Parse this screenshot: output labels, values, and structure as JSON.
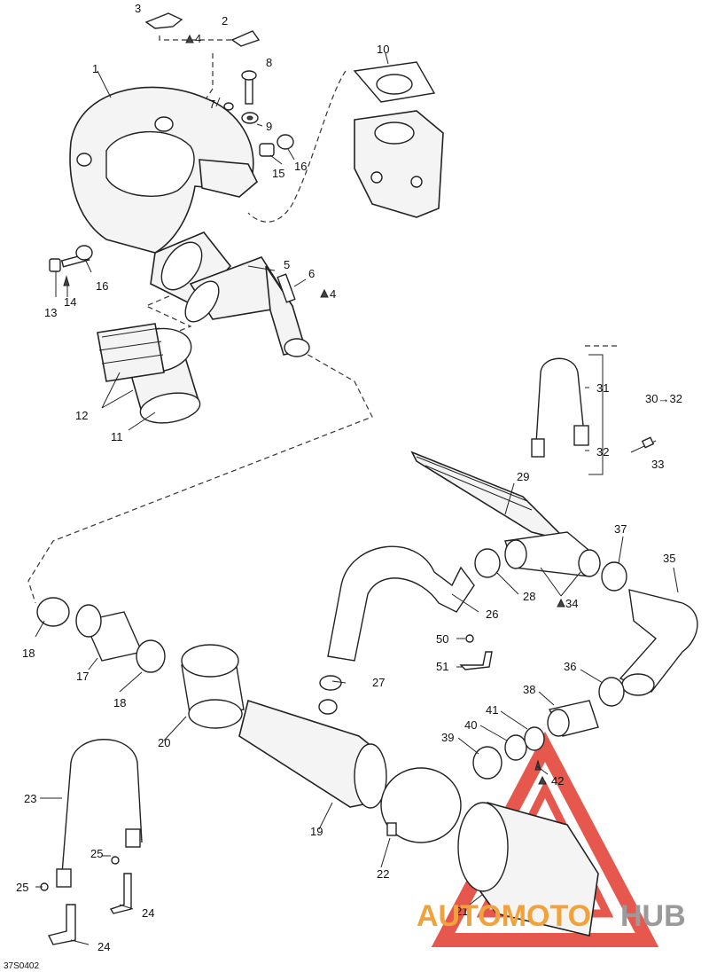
{
  "callouts": {
    "c1": "1",
    "c2": "2",
    "c3": "3",
    "c4a": "4",
    "c4b": "4",
    "c5": "5",
    "c6": "6",
    "c7": "7",
    "c8": "8",
    "c9": "9",
    "c10": "10",
    "c11": "11",
    "c12": "12",
    "c13": "13",
    "c14": "14",
    "c15": "15",
    "c16a": "16",
    "c16b": "16",
    "c17": "17",
    "c18a": "18",
    "c18b": "18",
    "c19": "19",
    "c20": "20",
    "c21": "21",
    "c22": "22",
    "c23": "23",
    "c24a": "24",
    "c24b": "24",
    "c25a": "25",
    "c25b": "25",
    "c26": "26",
    "c27": "27",
    "c28": "28",
    "c29": "29",
    "c31": "31",
    "c32": "32",
    "c33": "33",
    "c34": "34",
    "c35": "35",
    "c36": "36",
    "c37": "37",
    "c38": "38",
    "c39": "39",
    "c40": "40",
    "c41": "41",
    "c42": "42",
    "c50": "50",
    "c51": "51"
  },
  "kit_note": "30→32",
  "figure_code": "37S0402",
  "watermark": {
    "part1": "AUTOMOTO",
    "part2": "HUB",
    "color_orange": "#f2a23a",
    "color_grey": "#9a9a9a",
    "color_red": "#e23a2e"
  }
}
